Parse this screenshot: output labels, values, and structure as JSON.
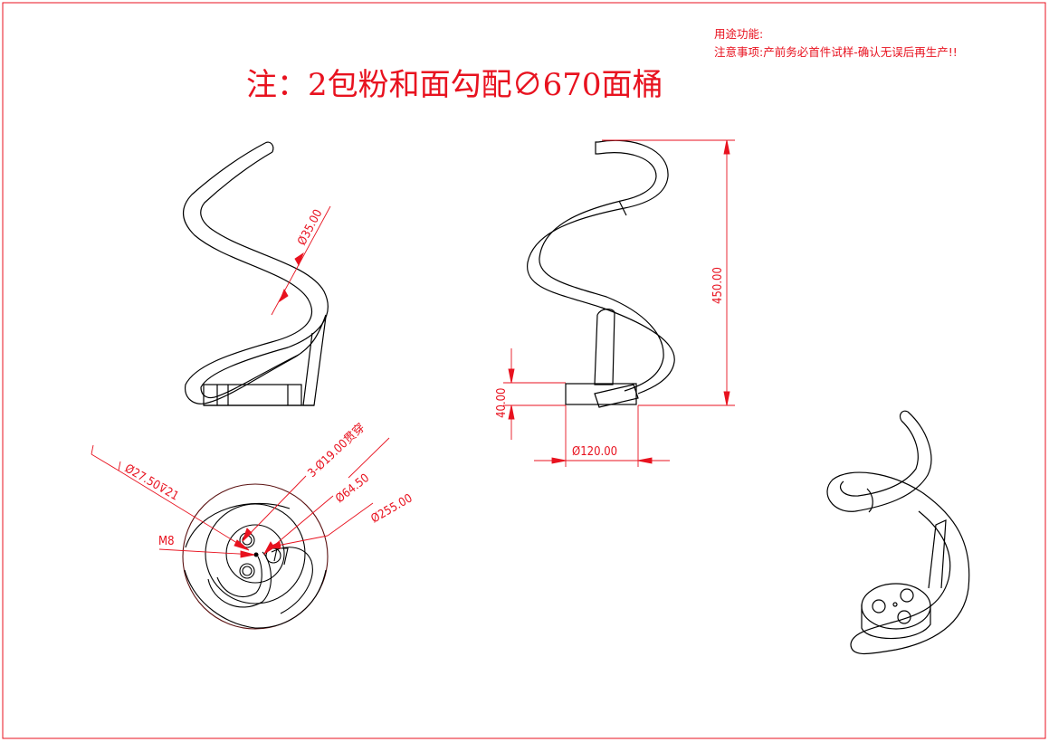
{
  "title": "注：2包粉和面勾配∅670面桶",
  "notes": {
    "purpose": "用途功能:",
    "caution": "注意事项:产前务必首件试样-确认无误后再生产!!"
  },
  "dimensions": {
    "tube_diameter": "Ø35.00",
    "height": "450.00",
    "base_height": "40.00",
    "base_diameter": "Ø120.00",
    "counterbore": "Ø27.50⊽21",
    "through_holes": "3-Ø19.00贯穿",
    "bolt_circle": "Ø64.50",
    "outer_diameter": "Ø255.00",
    "thread": "M8"
  },
  "colors": {
    "annotation": "#e8121f",
    "outline": "#000000",
    "border": "#e8121f"
  }
}
